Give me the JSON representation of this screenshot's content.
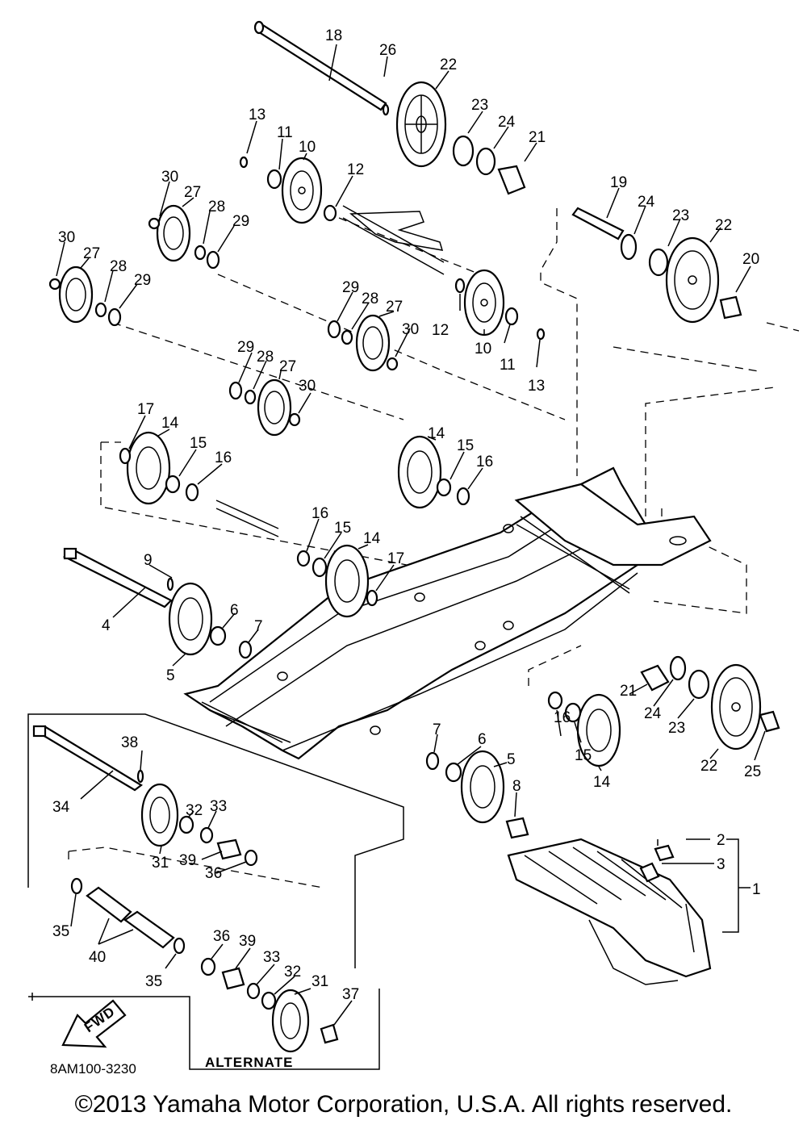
{
  "diagram": {
    "labels": [
      "1",
      "2",
      "3",
      "4",
      "5",
      "6",
      "7",
      "8",
      "9",
      "10",
      "11",
      "12",
      "13",
      "14",
      "15",
      "16",
      "17",
      "18",
      "19",
      "20",
      "21",
      "22",
      "23",
      "24",
      "25",
      "26",
      "27",
      "28",
      "29",
      "30",
      "31",
      "32",
      "33",
      "34",
      "35",
      "36",
      "37",
      "38",
      "39",
      "40"
    ],
    "drawing_code": "8AM100-3230",
    "alternate_label": "ALTERNATE",
    "fwd_label": "FWD"
  },
  "footer": {
    "copyright": "©2013 Yamaha Motor Corporation, U.S.A. All rights reserved."
  }
}
